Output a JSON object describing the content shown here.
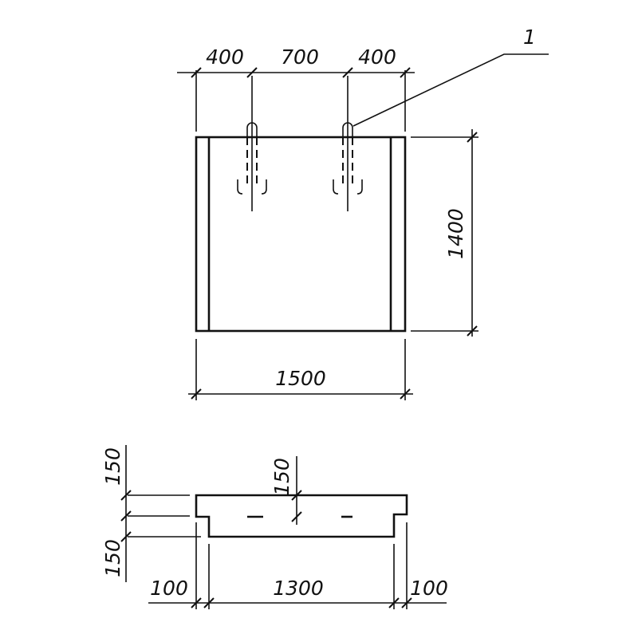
{
  "plan_view": {
    "top_dims": [
      "400",
      "700",
      "400"
    ],
    "height_dim": "1400",
    "width_dim": "1500",
    "callout": "1"
  },
  "section_view": {
    "left_dims": [
      "150",
      "150"
    ],
    "middle_dim": "150",
    "bottom_dims": [
      "100",
      "1300",
      "100"
    ]
  }
}
